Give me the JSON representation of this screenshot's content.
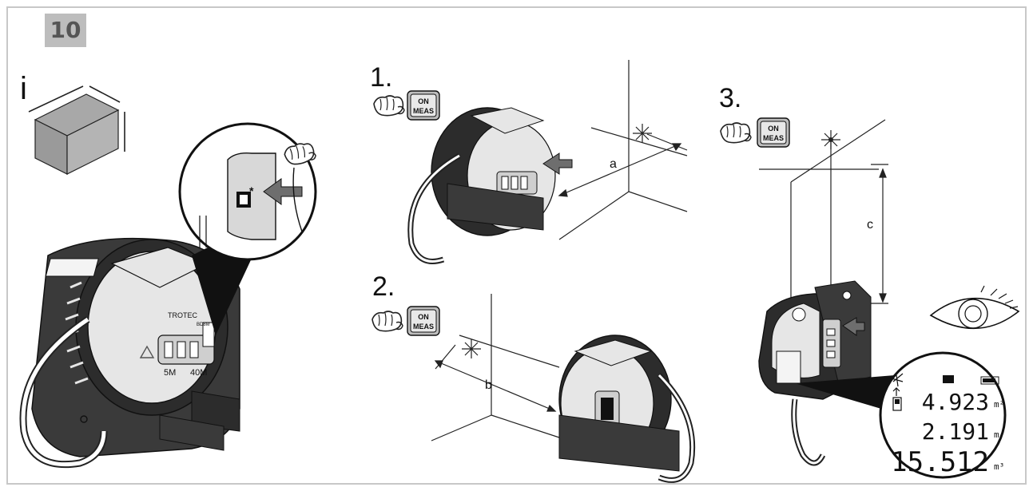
{
  "figure_number": "10",
  "info_label": "i",
  "steps": [
    {
      "number": "1.",
      "button_top": "ON",
      "button_bottom": "MEAS",
      "dimension": "a"
    },
    {
      "number": "2.",
      "button_top": "ON",
      "button_bottom": "MEAS",
      "dimension": "b"
    },
    {
      "number": "3.",
      "button_top": "ON",
      "button_bottom": "MEAS",
      "dimension": "c"
    }
  ],
  "device": {
    "brand": "TROTEC",
    "model": "BD8M",
    "tape_label": "5M",
    "laser_label": "40M"
  },
  "display": {
    "line1": "4.923",
    "line1_unit": "m²",
    "line2": "2.191",
    "line2_unit": "m",
    "line3": "15.512",
    "line3_unit": "m³"
  },
  "colors": {
    "badge": "#bdbdbd",
    "device_dark": "#3a3a3a",
    "device_light": "#e6e6e6",
    "line": "#222222"
  }
}
